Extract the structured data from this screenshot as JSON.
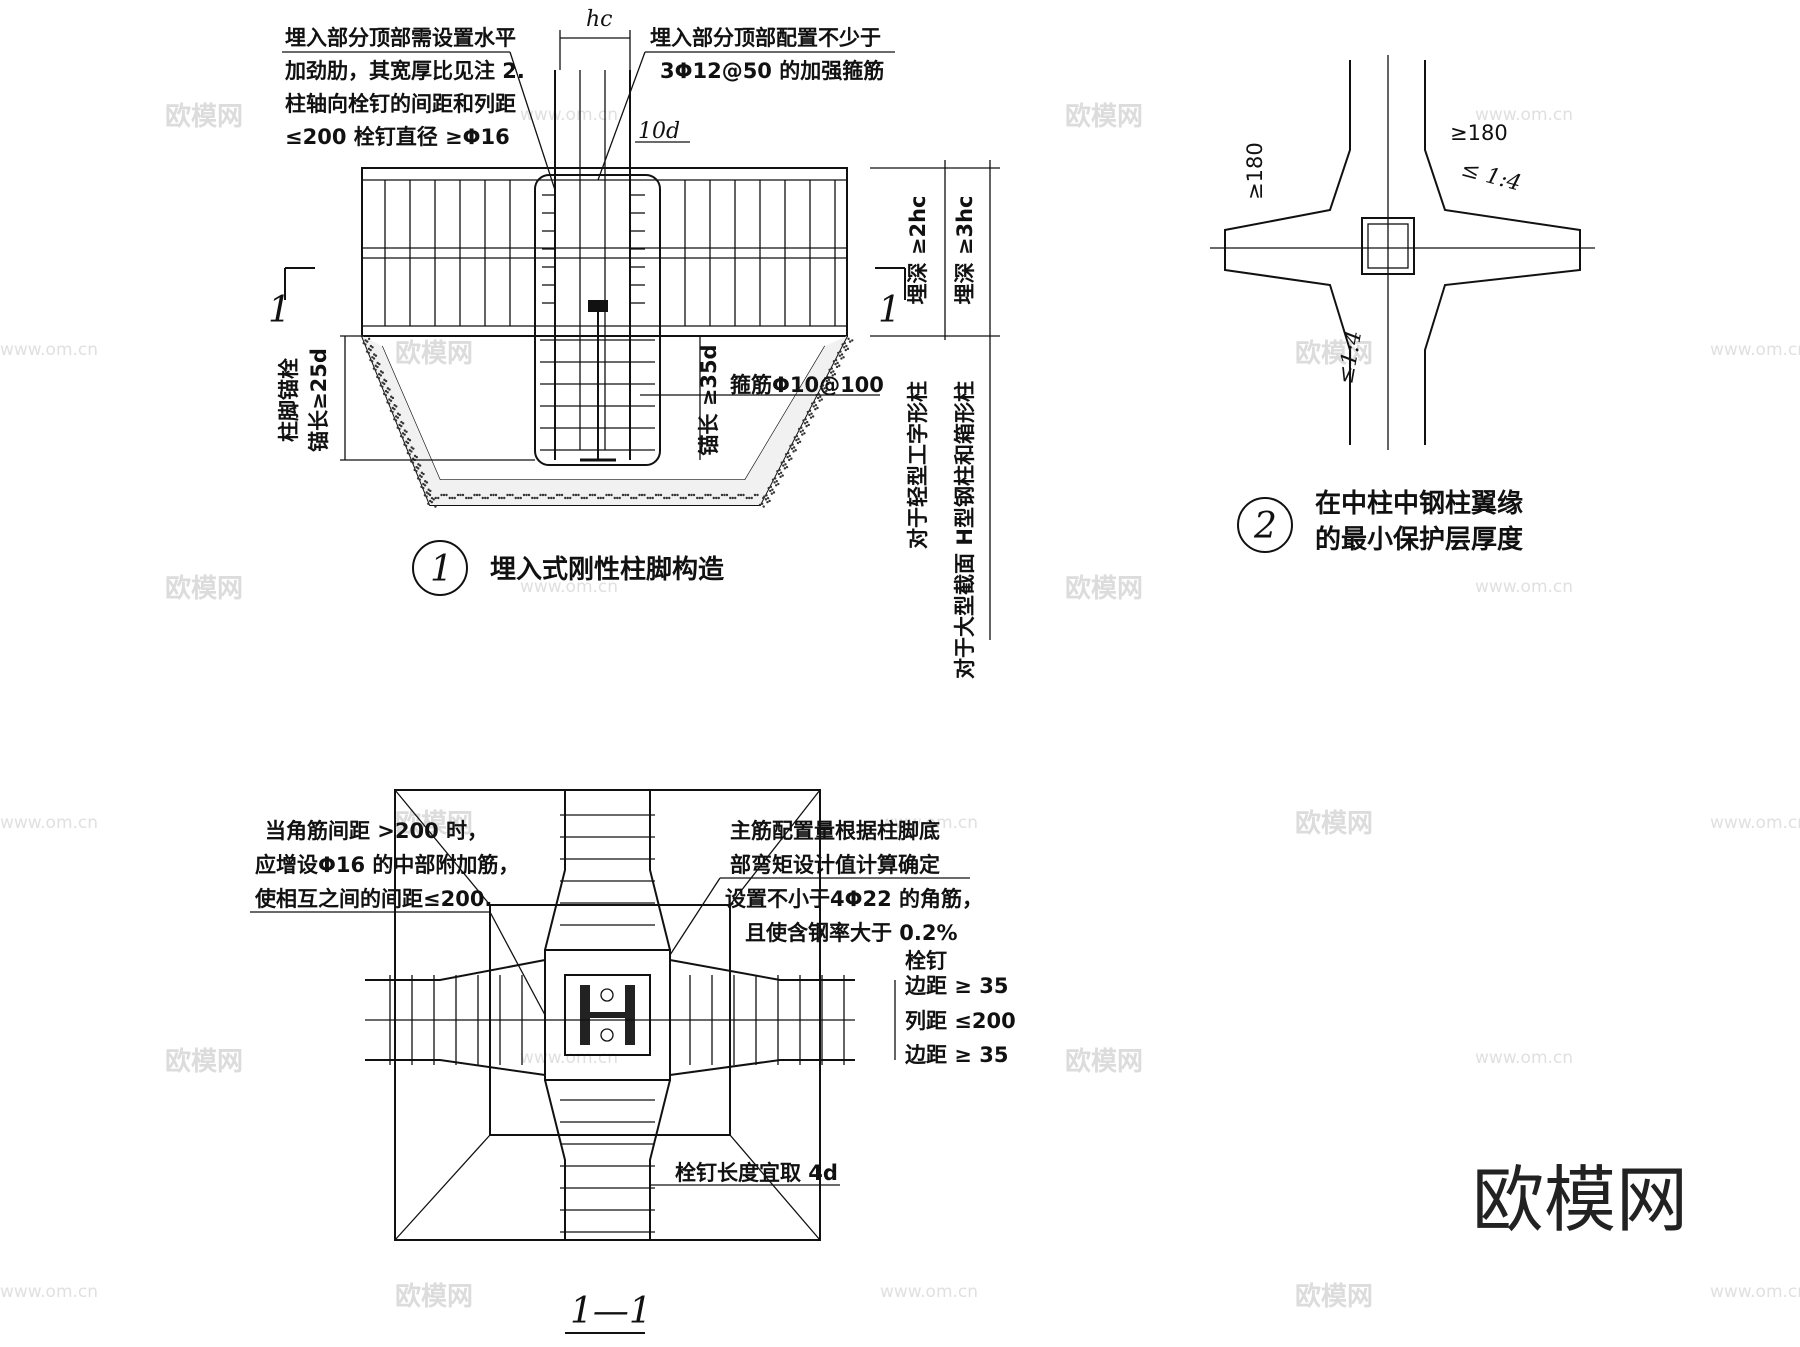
{
  "detail1": {
    "note_top_left": [
      "埋入部分顶部需设置水平",
      "加劲肋，其宽厚比见注 2.",
      "柱轴向栓钉的间距和列距",
      "≤200 栓钉直径 ≥Φ16"
    ],
    "note_top_right": [
      "埋入部分顶部配置不少于",
      "3Φ12@50 的加强箍筋"
    ],
    "dim_hc": "hc",
    "dim_10d": "10d",
    "dim_2hc": "埋深 ≥2hc",
    "dim_3hc": "埋深 ≥3hc",
    "section_mark": "1",
    "anchor_label": [
      "柱脚锚栓",
      "锚长≥25d"
    ],
    "stirrup_label": "箍筋Φ10@100",
    "anchor_len": "锚长 ≥35d",
    "note_light": "对于轻型工字形柱",
    "note_heavy": "对于大型截面 H型钢柱和箱形柱",
    "number": "1",
    "caption": "埋入式刚性柱脚构造"
  },
  "detail2": {
    "dim_180a": "≥180",
    "dim_180b": "≥180",
    "slope_a": "≤ 1:4",
    "slope_b": "≤1:4",
    "number": "2",
    "caption": [
      "在中柱中钢柱翼缘",
      "的最小保护层厚度"
    ]
  },
  "section11": {
    "note_left": [
      "当角筋间距 >200 时，",
      "应增设Φ16 的中部附加筋，",
      "使相互之间的间距≤200."
    ],
    "note_right": [
      "主筋配置量根据柱脚底",
      "部弯矩设计值计算确定",
      "设置不小于4Φ22 的角筋，",
      "且使含钢率大于 0.2%"
    ],
    "stud_title": "栓钉",
    "edge1": "边距 ≥ 35",
    "row": "列距 ≤200",
    "edge2": "边距 ≥ 35",
    "stud_len": "栓钉长度宜取 4d",
    "title": "1—1"
  },
  "watermark": {
    "cn": "欧模网",
    "url": "www.om.cn",
    "brand": "欧模网"
  }
}
